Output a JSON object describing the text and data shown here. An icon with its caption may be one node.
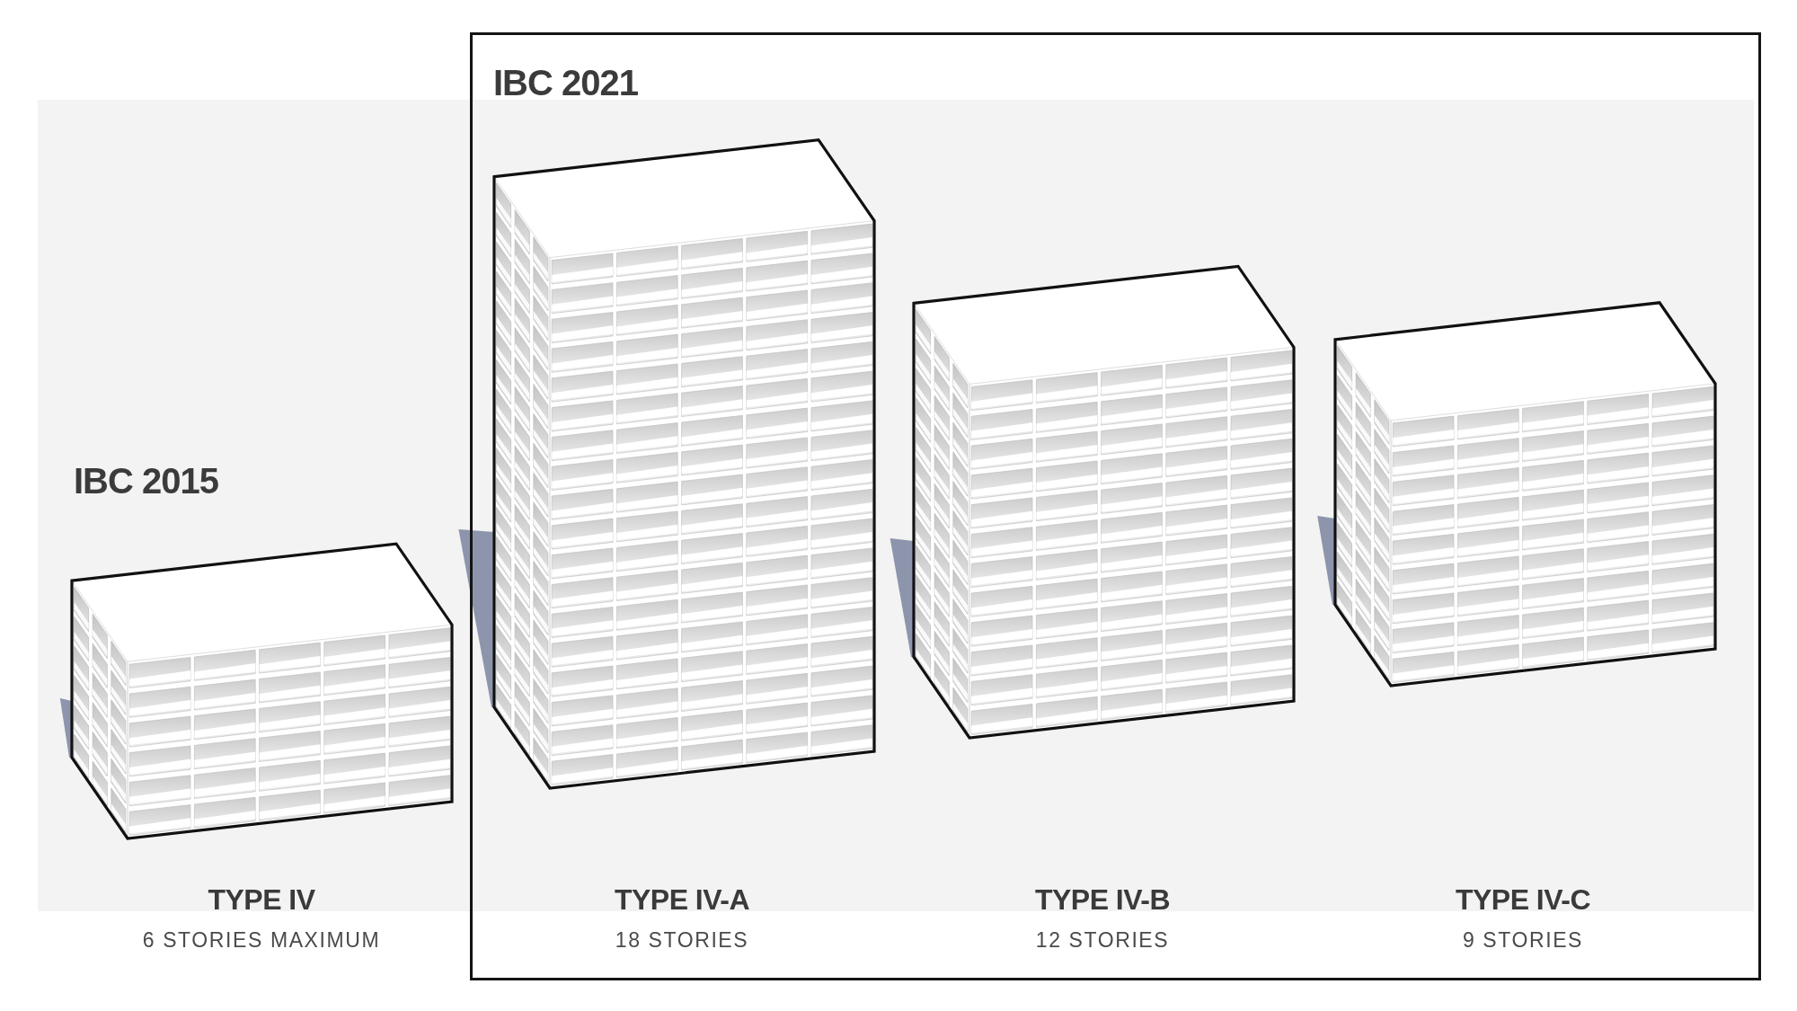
{
  "diagram": {
    "nodes": [
      {
        "text": [
          "IBC 2021"
        ]
      }
    ],
    "labels": [
      "IBC 2015",
      "TYPE IV",
      "6 STORIES MAXIMUM",
      "TYPE IV-A",
      "18 STORIES",
      "TYPE IV-B",
      "12 STORIES",
      "TYPE IV-C",
      "9 STORIES"
    ]
  }
}
